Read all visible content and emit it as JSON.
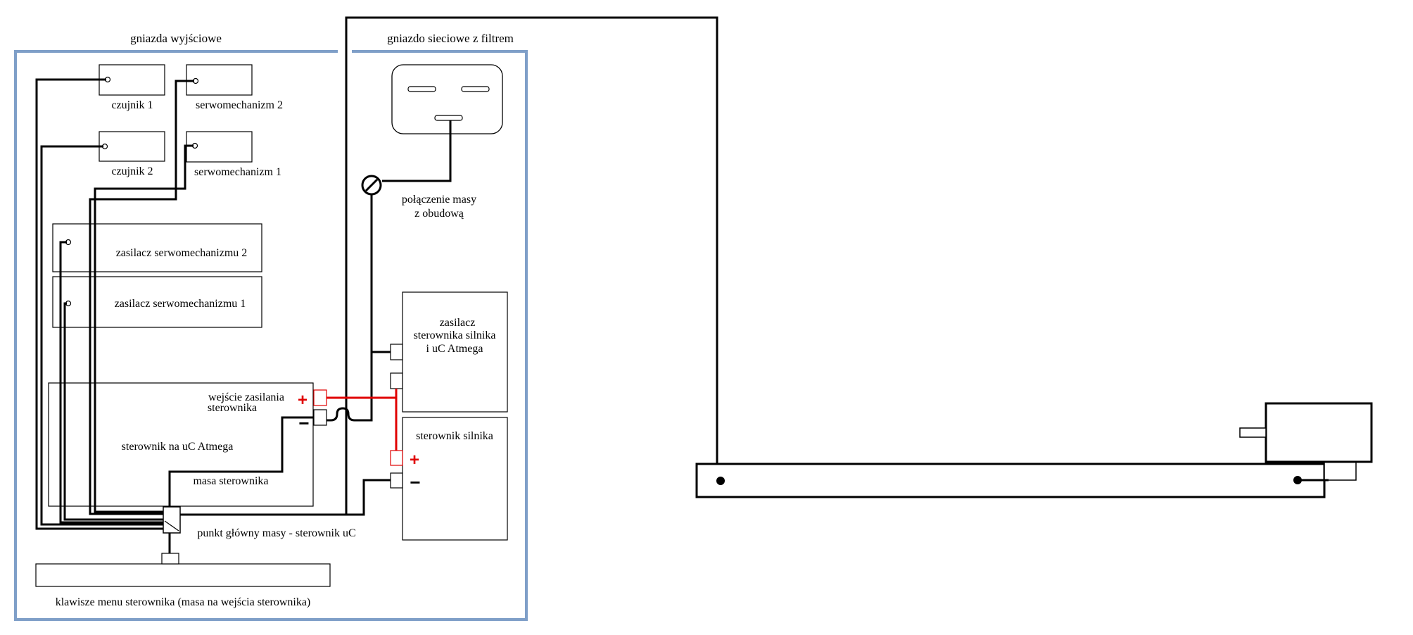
{
  "labels": {
    "output_sockets": "gniazda wyjściowe",
    "mains_socket": "gniazdo sieciowe z filtrem",
    "sensor_1": "czujnik 1",
    "sensor_2": "czujnik 2",
    "servo_2": "serwomechanizm 2",
    "servo_1": "serwomechanizm 1",
    "servo_psu_2": "zasilacz serwomechanizmu 2",
    "servo_psu_1": "zasilacz serwomechanizmu 1",
    "ground_to_case_1": "połączenie masy",
    "ground_to_case_2": "z obudową",
    "motor_psu_1": "zasilacz",
    "motor_psu_2": "sterownika silnika",
    "motor_psu_3": "i uC Atmega",
    "controller_power_in_1": "wejście zasilania",
    "controller_power_in_2": "sterownika",
    "controller": "sterownik na uC Atmega",
    "controller_ground": "masa sterownika",
    "motor_driver": "sterownik silnika",
    "main_ground_point": "punkt główny masy - sterownik uC",
    "keypad": "klawisze menu sterownika (masa na wejścia sterownika)",
    "plus_sign": "+",
    "minus_sign": "−"
  },
  "colors": {
    "enclosure": "#7f9fc8",
    "wire": "#000000",
    "positive_wire": "#e00000",
    "outline": "#000000"
  }
}
